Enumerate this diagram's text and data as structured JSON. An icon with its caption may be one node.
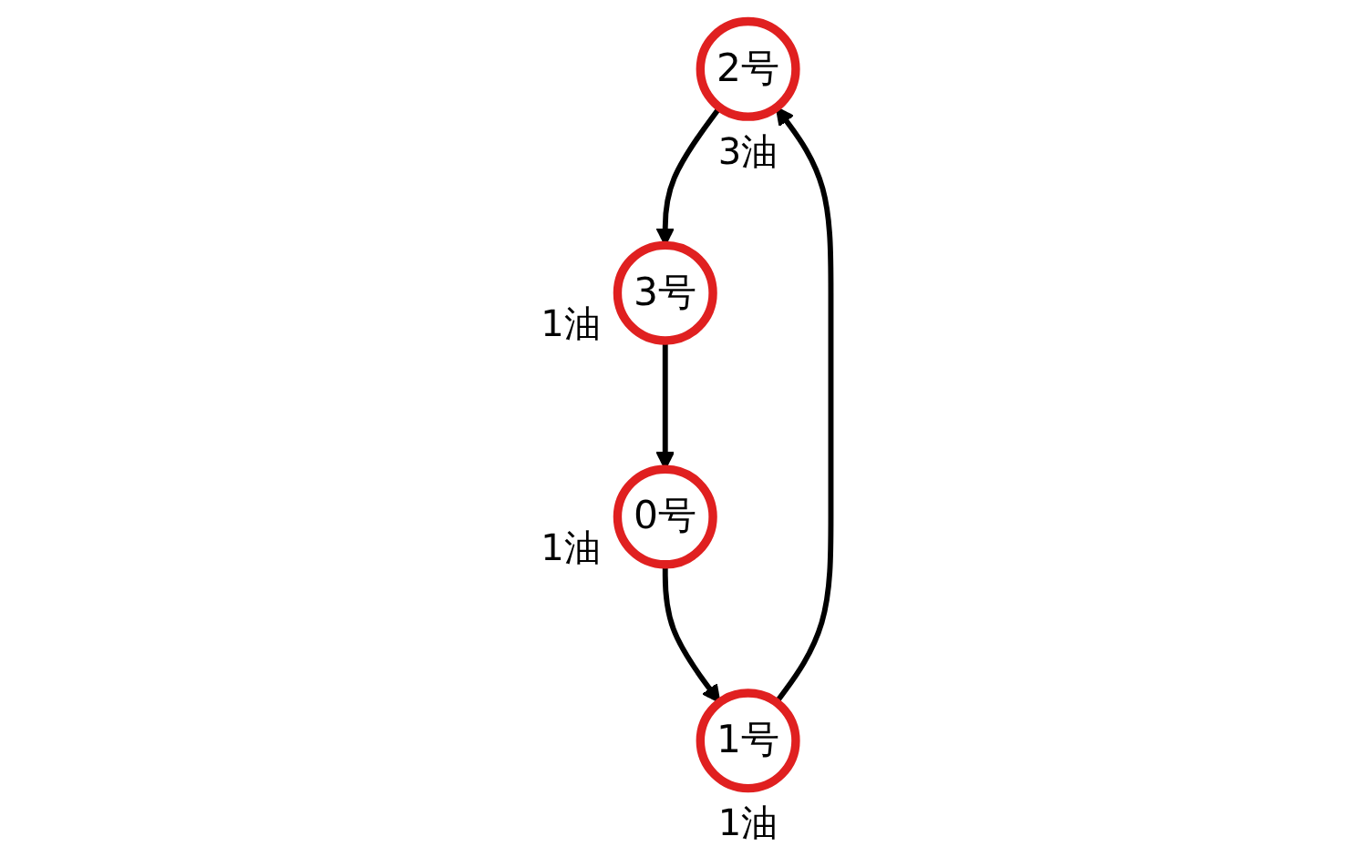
{
  "diagram": {
    "nodes": [
      {
        "text": [
          "2号"
        ],
        "beside": [
          "3油"
        ]
      },
      {
        "text": [
          "3号"
        ],
        "beside": [
          "1油"
        ]
      },
      {
        "text": [
          "1号"
        ],
        "beside": [
          "1油"
        ]
      },
      {
        "text": [
          "0号"
        ],
        "beside": [
          "1油"
        ]
      }
    ],
    "edges": [
      {
        "from": 0,
        "to": 1,
        "arrow": "to"
      },
      {
        "from": 1,
        "to": 3,
        "arrow": "to"
      },
      {
        "from": 3,
        "to": 2,
        "arrow": "to"
      },
      {
        "from": 2,
        "to": 0,
        "arrow": "to"
      }
    ]
  }
}
